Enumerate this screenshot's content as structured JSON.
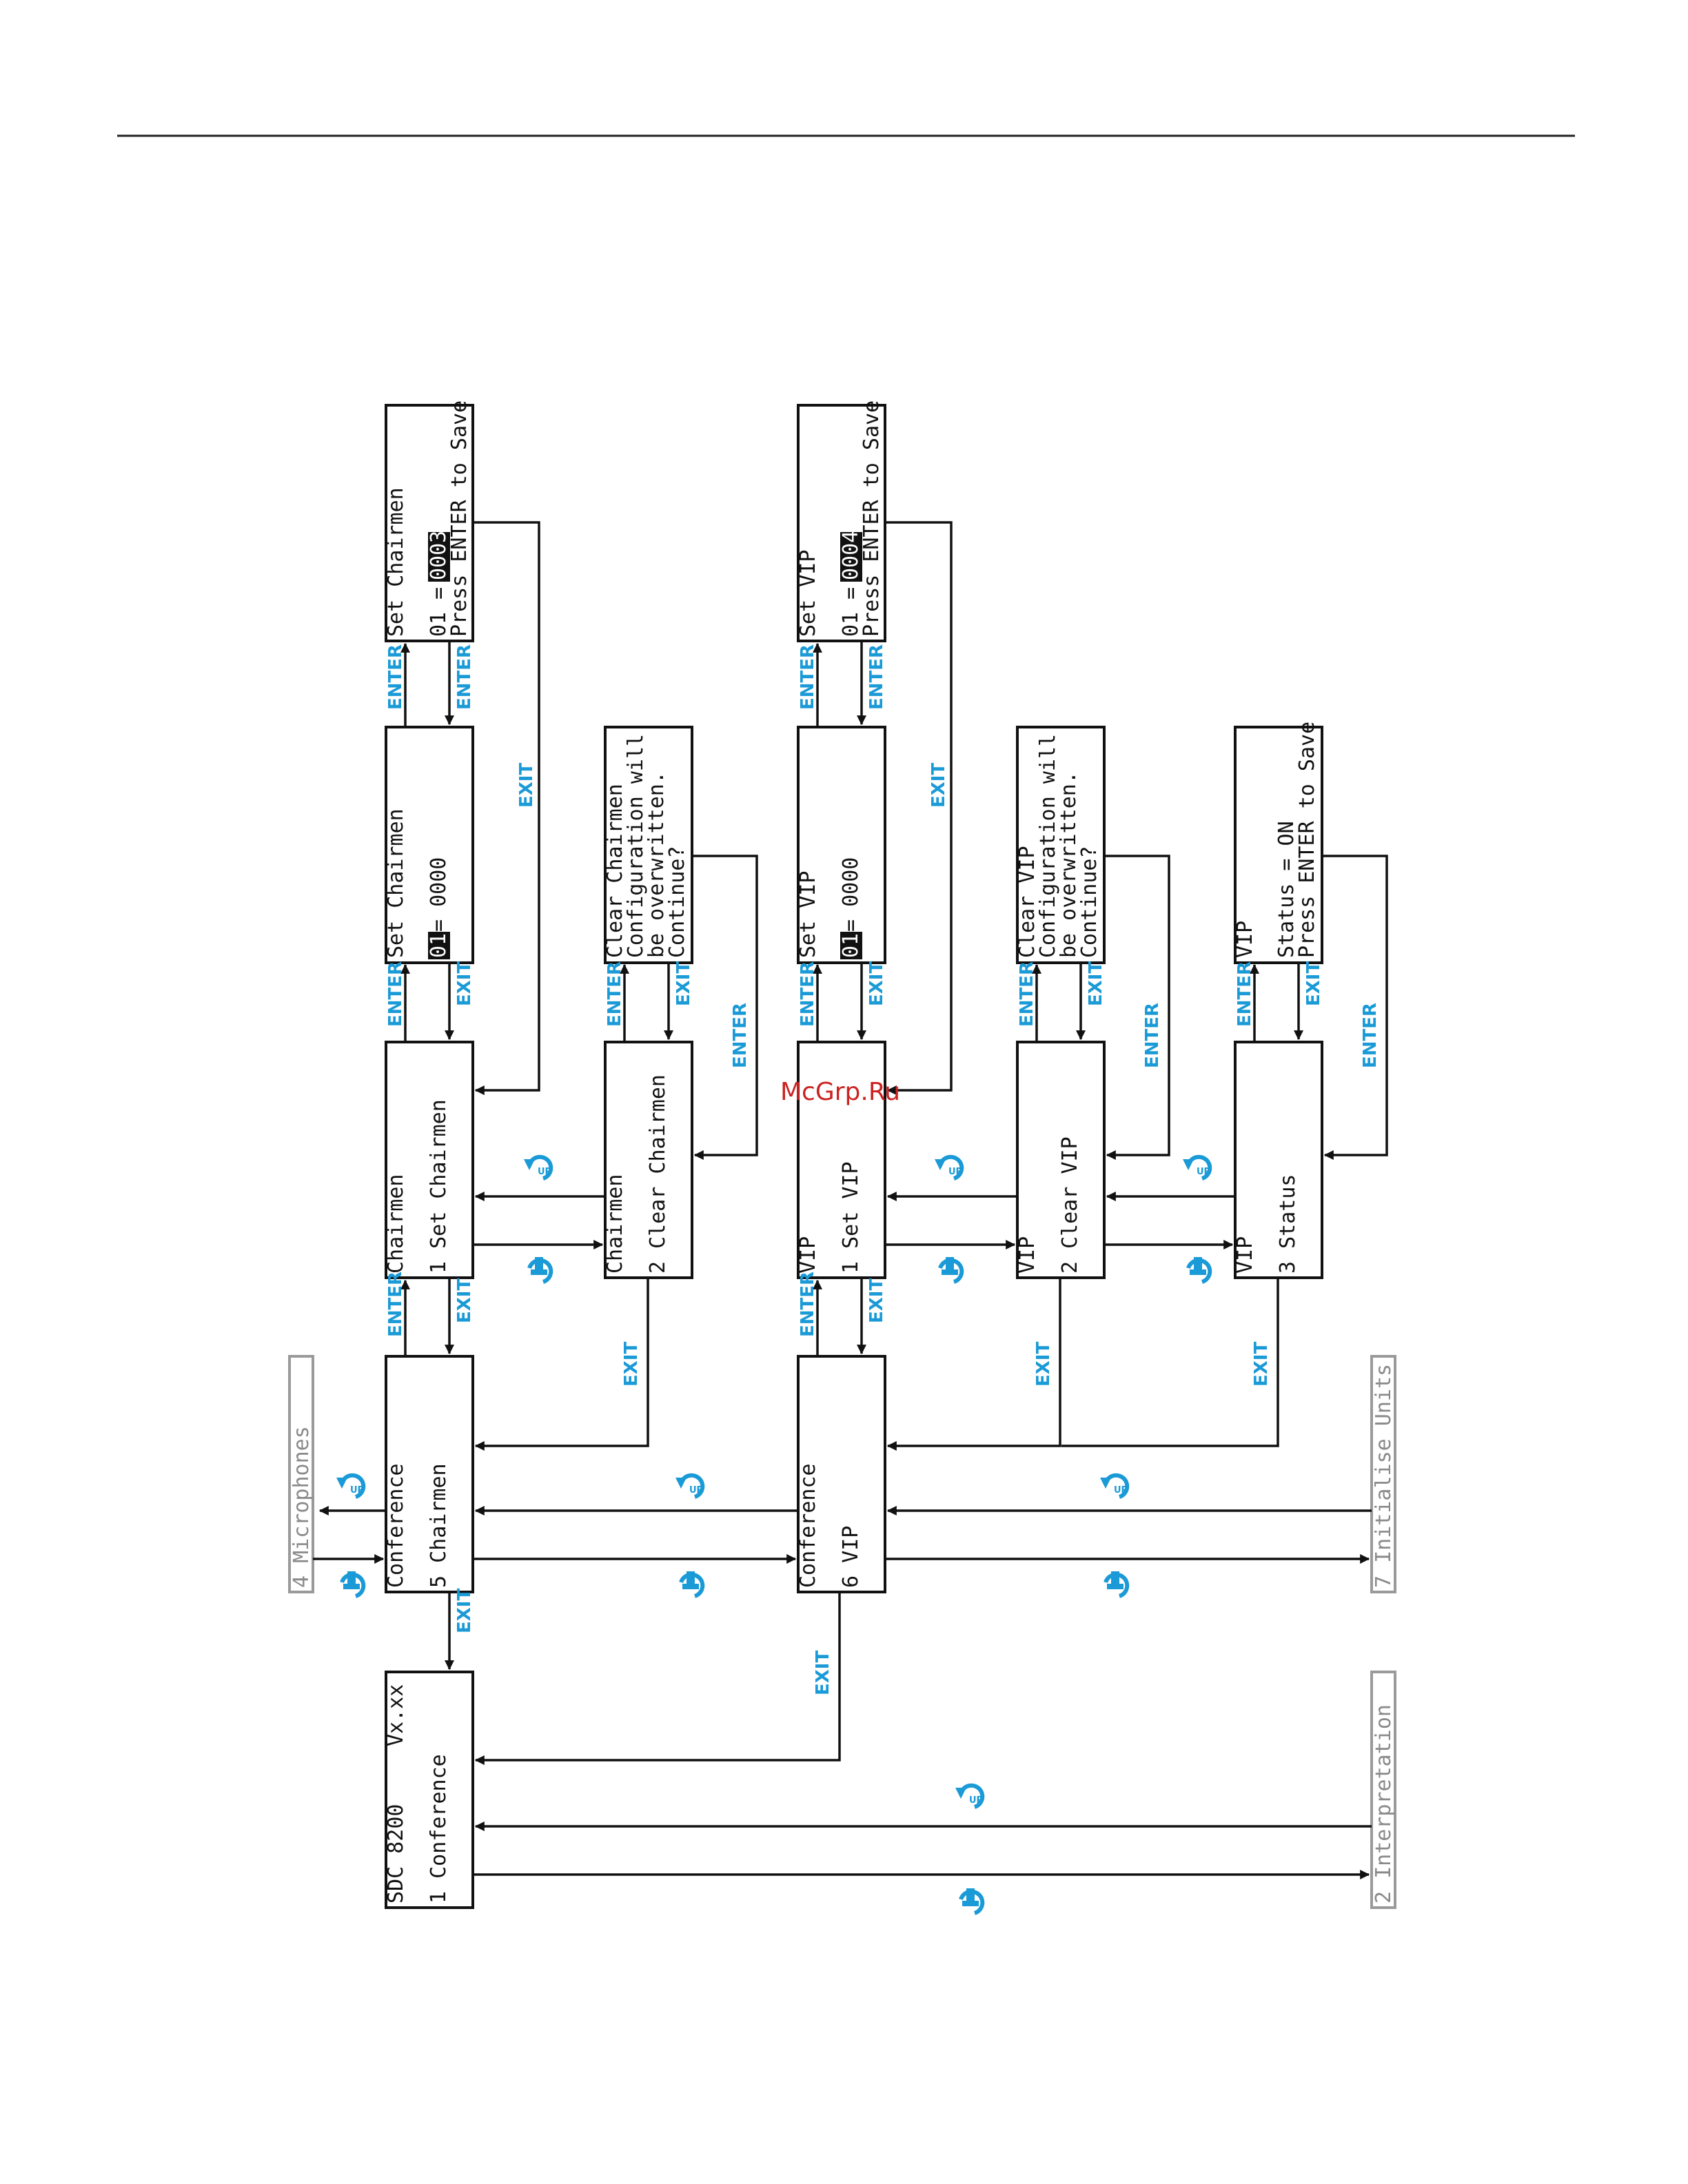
{
  "screens": {
    "set_chairmen_save": {
      "line1": "Set Chairmen",
      "line3_prefix": "01 = ",
      "line3_value": "0003",
      "line4": "Press ENTER to Save"
    },
    "set_chairmen_edit": {
      "line1": "Set Chairmen",
      "line3_value": "01",
      "line3_suffix": " = 0000"
    },
    "clear_chairmen_confirm": {
      "line1": "Clear Chairmen",
      "line2": "Configuration will",
      "line3": "be overwritten.",
      "line4": "Continue?"
    },
    "chairmen_set": {
      "line1": "Chairmen",
      "line3": "1 Set Chairmen"
    },
    "chairmen_clear": {
      "line1": "Chairmen",
      "line3": "2 Clear Chairmen"
    },
    "conference_chairmen": {
      "line1": "Conference",
      "line3": "5 Chairmen"
    },
    "main": {
      "line1_left": "SDC 8200",
      "line1_right": "Vx.xx",
      "line3": "1 Conference"
    },
    "set_vip_save": {
      "line1": "Set VIP",
      "line3_prefix": "01 = ",
      "line3_value": "0004",
      "line4": "Press ENTER to Save"
    },
    "set_vip_edit": {
      "line1": "Set VIP",
      "line3_value": "01",
      "line3_suffix": " = 0000"
    },
    "clear_vip_confirm": {
      "line1": "Clear VIP",
      "line2": "Configuration will",
      "line3": "be overwritten.",
      "line4": "Continue?"
    },
    "status_save": {
      "line1": "VIP",
      "line3": "Status = ON",
      "line4": "Press ENTER to Save"
    },
    "vip_set": {
      "line1": "VIP",
      "line3": "1 Set VIP"
    },
    "vip_clear": {
      "line1": "VIP",
      "line3": "2 Clear VIP"
    },
    "vip_status": {
      "line1": "VIP",
      "line3": "3 Status"
    },
    "conference_vip": {
      "line1": "Conference",
      "line3": "6 VIP"
    },
    "microphones": {
      "label": "4 Microphones"
    },
    "initialise_units": {
      "label": "7 Initialise Units"
    },
    "interpretation": {
      "label": "2 Interpretation"
    }
  },
  "keys": {
    "enter": "ENTER",
    "exit": "EXIT",
    "up": "UP"
  },
  "icons": {
    "up": "rotate-up-icon",
    "down": "rotate-down-press-icon",
    "accent": "#1a9ad6"
  },
  "watermark": "McGrp.Ru"
}
